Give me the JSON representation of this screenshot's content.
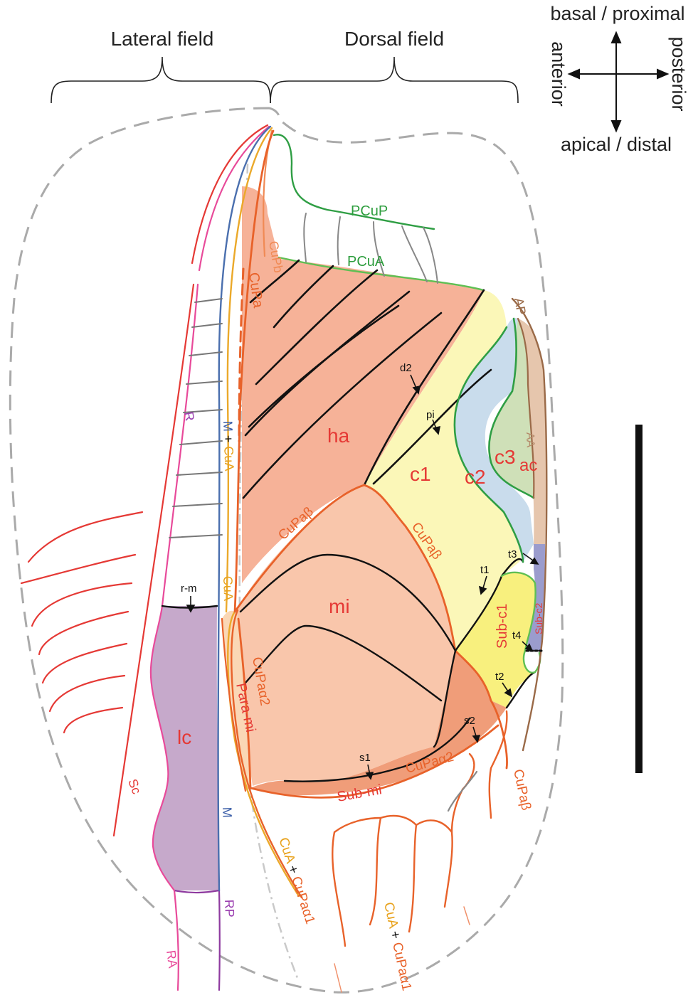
{
  "headers": {
    "lateral": "Lateral field",
    "dorsal": "Dorsal field"
  },
  "orientation": {
    "basal": "basal / proximal",
    "apical": "apical / distal",
    "anterior": "anterior",
    "posterior": "posterior"
  },
  "areas": {
    "ha": "ha",
    "mi": "mi",
    "c1": "c1",
    "c2": "c2",
    "c3": "c3",
    "ac": "ac",
    "lc": "lc",
    "sub_c1": "Sub-c1",
    "sub_c2": "Sub-c2",
    "sub_mi": "Sub-mi",
    "para_mi": "Para-mi"
  },
  "veins": {
    "pcup": "PCuP",
    "pcua": "PCuA",
    "cupb": "CuPb",
    "cupa": "CuPa",
    "r": "R",
    "mcua_m": "M",
    "mcua_plus": "+",
    "mcua_cua": "CuA",
    "cua": "CuA",
    "cupab_1": "CuPaβ",
    "cupab_2": "CuPaβ",
    "cupab_3": "CuPaβ",
    "cupaa2_1": "CuPaα2",
    "cupaa2_2": "CuPaα2",
    "ap": "AP",
    "aa": "AA",
    "m": "M",
    "sc": "Sc",
    "ra": "RA",
    "rp": "RP",
    "cuacupaa1_1_cua": "CuA",
    "cuacupaa1_1_plus": "+",
    "cuacupaa1_1_cup": "CuPaα1",
    "cuacupaa1_2_cua": "CuA",
    "cuacupaa1_2_plus": "+",
    "cuacupaa1_2_cup": "CuPaα1"
  },
  "markers": {
    "d2": "d2",
    "pi": "pi",
    "rm": "r-m",
    "t1": "t1",
    "t2": "t2",
    "t3": "t3",
    "t4": "t4",
    "s1": "s1",
    "s2": "s2"
  },
  "colors": {
    "ha_fill": "#f6b298",
    "mi_fill": "#f9c6ab",
    "sub_mi_fill": "#f09d79",
    "c1_fill": "#fbf7b8",
    "c2_fill": "#c9dcec",
    "c3_fill": "#cfe0b8",
    "ac_fill": "#e6c6ad",
    "sub_c1_fill": "#f8f07e",
    "sub_c2_fill": "#9b9ccd",
    "lc_fill": "#c6a9cb",
    "para_mi_fill": "#fad7b5",
    "red": "#e53935",
    "orange": "#e8622a",
    "amber": "#eba92a",
    "green": "#2f9e44",
    "green_light": "#5fbf53",
    "pink": "#e84a9a",
    "purple": "#8e3a9f",
    "blue": "#4a6fae",
    "brown": "#9a6a48",
    "gray": "#7a7a7a",
    "dashed_gray": "#aaaaaa"
  }
}
